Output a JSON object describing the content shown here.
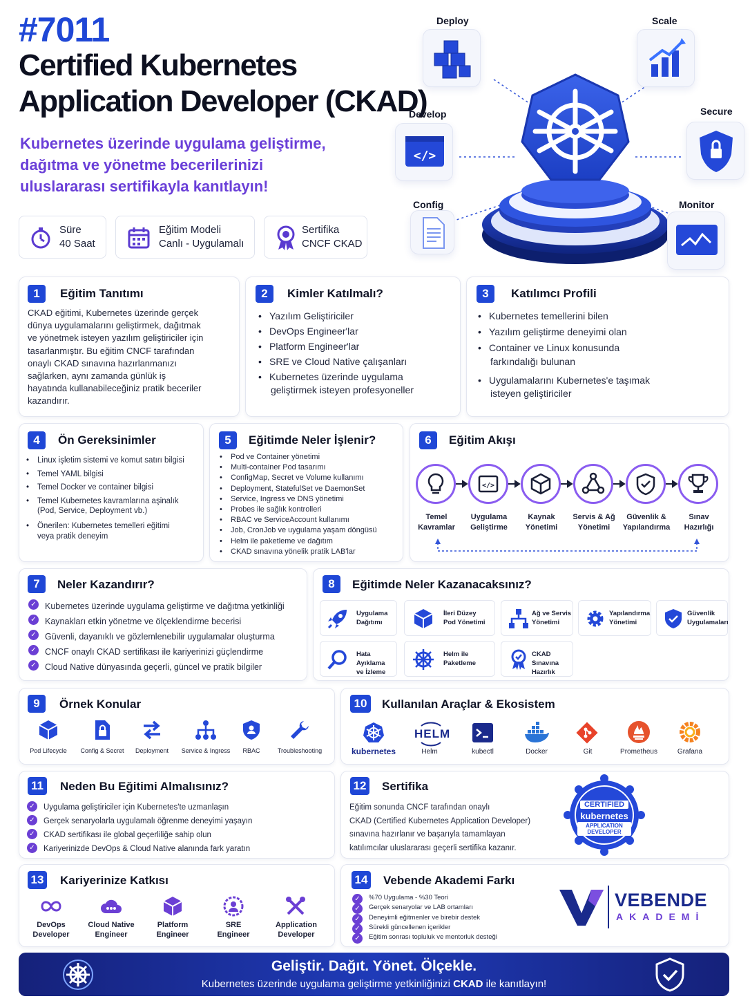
{
  "header": {
    "number": "#7011",
    "title_line1": "Certified Kubernetes",
    "title_line2": "Application Developer (CKAD)",
    "subtitle_line1": "Kubernetes üzerinde uygulama geliştirme,",
    "subtitle_line2": "dağıtma ve yönetme becerilerinizi",
    "subtitle_line3": "uluslararası sertifikayla kanıtlayın!"
  },
  "info": {
    "duration_label": "Süre",
    "duration_value": "40 Saat",
    "model_label": "Eğitim Modeli",
    "model_value": "Canlı - Uygulamalı",
    "cert_label": "Sertifika",
    "cert_value": "CNCF CKAD"
  },
  "hero": {
    "deploy": "Deploy",
    "scale": "Scale",
    "develop": "Develop",
    "secure": "Secure",
    "config": "Config",
    "monitor": "Monitor"
  },
  "s1": {
    "num": "1",
    "title": "Eğitim Tanıtımı",
    "lines": [
      "CKAD eğitimi, Kubernetes üzerinde gerçek",
      "dünya uygulamalarını geliştirmek, dağıtmak",
      "ve yönetmek isteyen yazılım geliştiriciler için",
      "tasarlanmıştır. Bu eğitim CNCF tarafından",
      "onaylı CKAD sınavına hazırlanmanızı",
      "sağlarken, aynı zamanda günlük iş",
      "hayatında kullanabileceğiniz pratik beceriler",
      "kazandırır."
    ]
  },
  "s2": {
    "num": "2",
    "title": "Kimler Katılmalı?",
    "items": [
      "Yazılım Geliştiriciler",
      "DevOps Engineer'lar",
      "Platform Engineer'lar",
      "SRE ve Cloud Native çalışanları",
      "Kubernetes üzerinde uygulama",
      "geliştirmek isteyen profesyoneller"
    ]
  },
  "s3": {
    "num": "3",
    "title": "Katılımcı Profili",
    "items": [
      "Kubernetes temellerini bilen",
      "Yazılım geliştirme deneyimi olan",
      "Container ve Linux konusunda",
      "farkındalığı bulunan",
      "Uygulamalarını Kubernetes'e taşımak",
      "isteyen geliştiriciler"
    ]
  },
  "s4": {
    "num": "4",
    "title": "Ön Gereksinimler",
    "items": [
      "Linux işletim sistemi ve komut satırı bilgisi",
      "Temel YAML bilgisi",
      "Temel Docker ve container bilgisi",
      "Temel Kubernetes kavramlarına aşinalık",
      "(Pod, Service, Deployment vb.)",
      "Önerilen: Kubernetes temelleri eğitimi",
      "veya pratik deneyim"
    ]
  },
  "s5": {
    "num": "5",
    "title": "Eğitimde Neler İşlenir?",
    "items": [
      "Pod ve Container yönetimi",
      "Multi-container Pod tasarımı",
      "ConfigMap, Secret ve Volume kullanımı",
      "Deployment, StatefulSet ve DaemonSet",
      "Service, Ingress ve DNS yönetimi",
      "Probes ile sağlık kontrolleri",
      "RBAC ve ServiceAccount kullanımı",
      "Job, CronJob ve uygulama yaşam döngüsü",
      "Helm ile paketleme ve dağıtım",
      "CKAD sınavına yönelik pratik LAB'lar"
    ]
  },
  "s6": {
    "num": "6",
    "title": "Eğitim Akışı",
    "steps": [
      {
        "l1": "Temel",
        "l2": "Kavramlar",
        "icon": "lightbulb-icon"
      },
      {
        "l1": "Uygulama",
        "l2": "Geliştirme",
        "icon": "code-icon"
      },
      {
        "l1": "Kaynak",
        "l2": "Yönetimi",
        "icon": "cube-icon"
      },
      {
        "l1": "Servis & Ağ",
        "l2": "Yönetimi",
        "icon": "network-icon"
      },
      {
        "l1": "Güvenlik &",
        "l2": "Yapılandırma",
        "icon": "shield-icon"
      },
      {
        "l1": "Sınav",
        "l2": "Hazırlığı",
        "icon": "trophy-icon"
      }
    ]
  },
  "s7": {
    "num": "7",
    "title": "Neler Kazandırır?",
    "items": [
      "Kubernetes üzerinde uygulama geliştirme ve dağıtma yetkinliği",
      "Kaynakları etkin yönetme ve ölçeklendirme becerisi",
      "Güvenli, dayanıklı ve gözlemlenebilir uygulamalar oluşturma",
      "CNCF onaylı CKAD sertifikası ile kariyerinizi güçlendirme",
      "Cloud Native dünyasında geçerli, güncel ve pratik bilgiler"
    ]
  },
  "s8": {
    "num": "8",
    "title": "Eğitimde Neler Kazanacaksınız?",
    "row1": [
      {
        "l1": "Uygulama",
        "l2": "Dağıtımı",
        "icon": "rocket-icon"
      },
      {
        "l1": "İleri Düzey",
        "l2": "Pod Yönetimi",
        "icon": "cube-icon"
      },
      {
        "l1": "Ağ ve Servis",
        "l2": "Yönetimi",
        "icon": "network-icon"
      },
      {
        "l1": "Yapılandırma",
        "l2": "Yönetimi",
        "icon": "gear-icon"
      },
      {
        "l1": "Güvenlik",
        "l2": "Uygulamaları",
        "icon": "shield-icon"
      }
    ],
    "row2": [
      {
        "l1": "Hata Ayıklama",
        "l2": "ve İzleme",
        "icon": "magnifier-icon"
      },
      {
        "l1": "Helm ile",
        "l2": "Paketleme",
        "icon": "helm-wheel-icon"
      },
      {
        "l1": "CKAD Sınavına",
        "l2": "Hazırlık",
        "icon": "badge-icon"
      }
    ]
  },
  "s9": {
    "num": "9",
    "title": "Örnek Konular",
    "topics": [
      {
        "label": "Pod Lifecycle",
        "icon": "cube-icon"
      },
      {
        "label": "Config & Secret",
        "icon": "lock-file-icon"
      },
      {
        "label": "Deployment",
        "icon": "arrows-icon"
      },
      {
        "label": "Service & Ingress",
        "icon": "network-icon"
      },
      {
        "label": "RBAC",
        "icon": "user-shield-icon"
      },
      {
        "label": "Troubleshooting",
        "icon": "wrench-icon"
      }
    ]
  },
  "s10": {
    "num": "10",
    "title": "Kullanılan Araçlar & Ekosistem",
    "tools": [
      {
        "label": "kubernetes",
        "icon": "kubernetes-icon"
      },
      {
        "label": "Helm",
        "icon": "helm-icon"
      },
      {
        "label": "kubectl",
        "icon": "terminal-icon"
      },
      {
        "label": "Docker",
        "icon": "docker-icon"
      },
      {
        "label": "Git",
        "icon": "git-icon"
      },
      {
        "label": "Prometheus",
        "icon": "prometheus-icon"
      },
      {
        "label": "Grafana",
        "icon": "grafana-icon"
      }
    ],
    "helm_text": "HELM"
  },
  "s11": {
    "num": "11",
    "title": "Neden Bu Eğitimi Almalısınız?",
    "items": [
      "Uygulama geliştiriciler için Kubernetes'te uzmanlaşın",
      "Gerçek senaryolarla uygulamalı öğrenme deneyimi yaşayın",
      "CKAD sertifikası ile global geçerliliğe sahip olun",
      "Kariyerinizde DevOps & Cloud Native alanında fark yaratın"
    ]
  },
  "s12": {
    "num": "12",
    "title": "Sertifika",
    "lines": [
      "Eğitim sonunda CNCF tarafından onaylı",
      "CKAD (Certified Kubernetes Application Developer)",
      "sınavına hazırlanır ve başarıyla tamamlayan",
      "katılımcılar uluslararası geçerli sertifika kazanır."
    ],
    "badge_l1": "CERTIFIED",
    "badge_l2": "kubernetes",
    "badge_l3": "APPLICATION",
    "badge_l4": "DEVELOPER"
  },
  "s13": {
    "num": "13",
    "title": "Kariyerinize Katkısı",
    "roles": [
      {
        "l1": "DevOps",
        "l2": "Developer",
        "icon": "devops-icon"
      },
      {
        "l1": "Cloud Native",
        "l2": "Engineer",
        "icon": "cloud-icon"
      },
      {
        "l1": "Platform",
        "l2": "Engineer",
        "icon": "cube-icon"
      },
      {
        "l1": "SRE",
        "l2": "Engineer",
        "icon": "user-gear-icon"
      },
      {
        "l1": "Application",
        "l2": "Developer",
        "icon": "tools-icon"
      }
    ]
  },
  "s14": {
    "num": "14",
    "title": "Vebende Akademi Farkı",
    "items": [
      "%70 Uygulama - %30 Teori",
      "Gerçek senaryolar ve LAB ortamları",
      "Deneyimli eğitmenler ve birebir destek",
      "Sürekli güncellenen içerikler",
      "Eğitim sonrası topluluk ve mentorluk desteği"
    ],
    "brand": "VEBENDE",
    "brand_sub": "AKADEMİ"
  },
  "footer": {
    "headline": "Geliştir. Dağıt. Yönet. Ölçekle.",
    "sub_pre": "Kubernetes üzerinde uygulama geliştirme yetkinliğinizi ",
    "sub_bold": "CKAD",
    "sub_post": " ile kanıtlayın!"
  },
  "colors": {
    "primary_blue": "#1f47d6",
    "purple_accent": "#6b3fd4",
    "footer_bg": "#1a2a8c"
  }
}
